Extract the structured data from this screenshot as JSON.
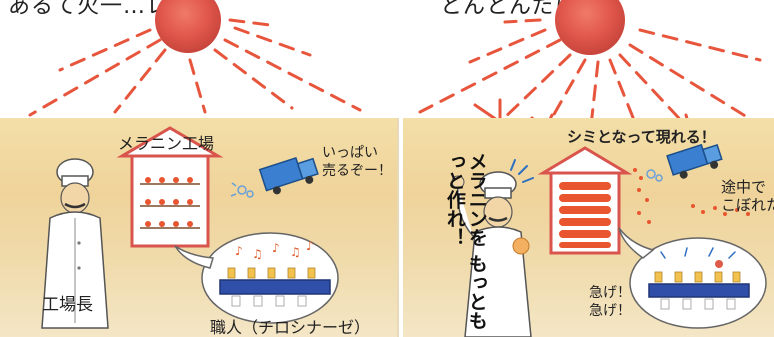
{
  "left_panel": {
    "top_caption": "あるて火一…レす。",
    "factory_title": "メラニン工場",
    "truck_speech": [
      "いっぱい",
      "売るぞー！"
    ],
    "manager_label": "工場長",
    "craftsman_label": "職人（チロシナーゼ）"
  },
  "right_panel": {
    "top_caption": "とんとんだに…",
    "spots_caption": "シミとなって現れる！",
    "spill_caption": [
      "途中で",
      "こぼれた"
    ],
    "shout_vertical": [
      "メラニンを",
      "もっともっと作れ！"
    ],
    "hurry_speech": [
      "急げ！",
      "急げ！"
    ]
  },
  "colors": {
    "sun": "#e0564a",
    "ray": "#e7553c",
    "background_wash": "#f0d8a2",
    "truck": "#3a7fd0",
    "factory_frame": "#d8544c",
    "melanin_dot": "#e8552e"
  }
}
